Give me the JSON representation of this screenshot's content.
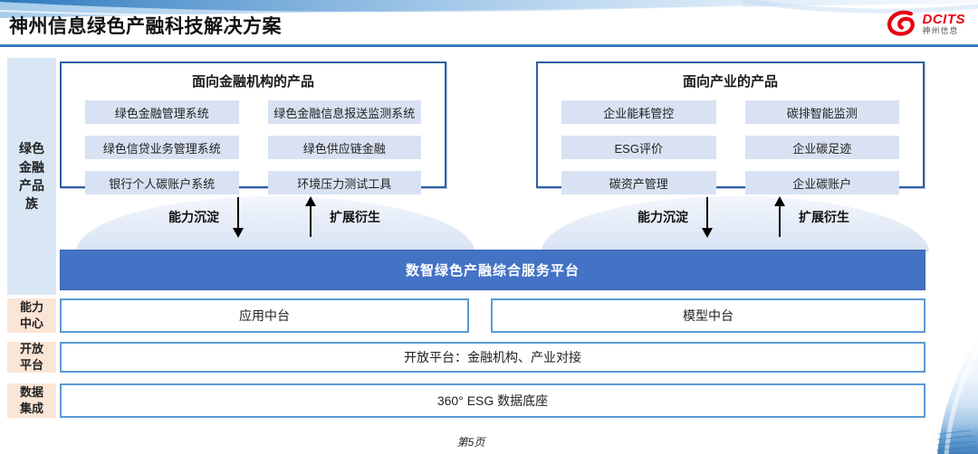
{
  "slide": {
    "title": "神州信息绿色产融科技解决方案",
    "page_label": "第5页"
  },
  "logo": {
    "brand": "DCITS",
    "brand_cn": "神州信息"
  },
  "sidebar": {
    "product_family": "绿色金融产品族",
    "rows": [
      {
        "label": "能力中心"
      },
      {
        "label": "开放平台"
      },
      {
        "label": "数据集成"
      }
    ]
  },
  "product_groups": [
    {
      "title": "面向金融机构的产品",
      "items": [
        "绿色金融管理系统",
        "绿色金融信息报送监测系统",
        "绿色信贷业务管理系统",
        "绿色供应链金融",
        "银行个人碳账户系统",
        "环境压力测试工具"
      ]
    },
    {
      "title": "面向产业的产品",
      "items": [
        "企业能耗管控",
        "碳排智能监测",
        "ESG评价",
        "企业碳足迹",
        "碳资产管理",
        "企业碳账户"
      ]
    }
  ],
  "flow": {
    "down_label": "能力沉淀",
    "up_label": "扩展衍生"
  },
  "platform": {
    "title": "数智绿色产融综合服务平台"
  },
  "rows": {
    "app_center": "应用中台",
    "model_center": "模型中台",
    "open_platform": "开放平台：金融机构、产业对接",
    "data_base": "360° ESG 数据底座"
  },
  "colors": {
    "platform_bar": "#4472C4",
    "box_border": "#2E5FA6",
    "row_border": "#5B9BD5",
    "pill_bg": "#D9E2F3",
    "sidebar_blue_bg": "#D9E7F5",
    "sidebar_peach_bg": "#FBE5D6",
    "title_rule": "#2E75B6",
    "brand_red": "#E60012"
  }
}
